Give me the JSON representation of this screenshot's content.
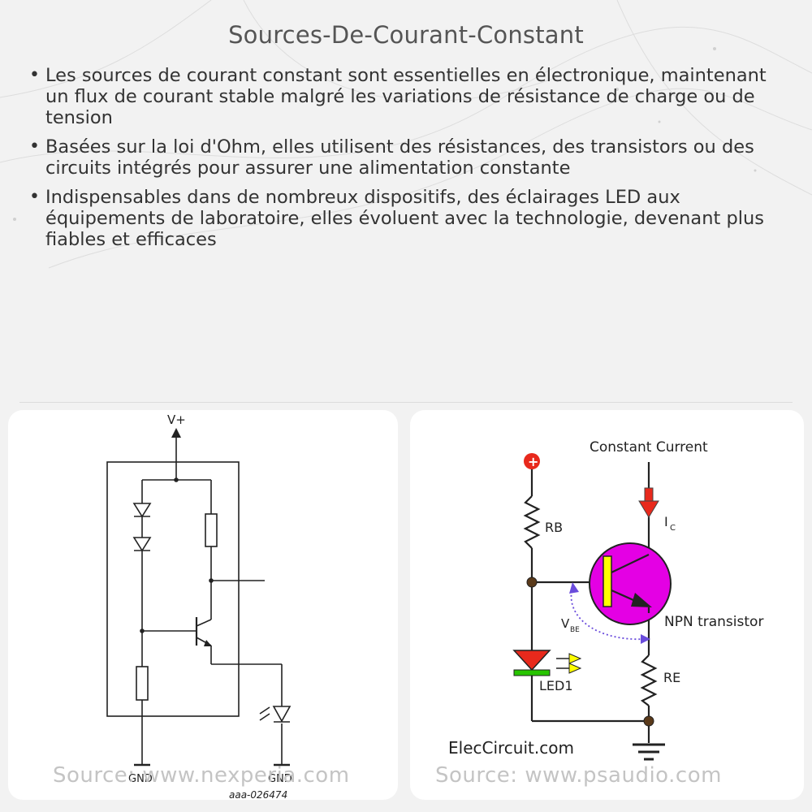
{
  "title": "Sources-De-Courant-Constant",
  "bullets": [
    "Les sources de courant constant sont essentielles en électronique, maintenant un flux de courant stable malgré les variations de résistance de charge ou de tension",
    "Basées sur la loi d'Ohm, elles utilisent des résistances, des transistors ou des circuits intégrés pour assurer une alimentation constante",
    "Indispensables dans de nombreux dispositifs, des éclairages LED aux équipements de laboratoire, elles évoluent avec la technologie, devenant plus fiables et efficaces"
  ],
  "left_diagram": {
    "supply_label": "V+",
    "gnd_left": "GND",
    "gnd_right": "GND",
    "figure_id": "aaa-026474",
    "source": "Source: www.nexperia.com"
  },
  "right_diagram": {
    "constant_current": "Constant Current",
    "ic_label": "I",
    "ic_sub": "C",
    "rb_label": "RB",
    "re_label": "RE",
    "vbe_label": "V",
    "vbe_sub": "BE",
    "npn_label": "NPN transistor",
    "led_label": "LED1",
    "plus_symbol": "+",
    "brand": "ElecCircuit.com",
    "source": "Source: www.psaudio.com"
  },
  "colors": {
    "led_red": "#e8291c",
    "led_green": "#27c400",
    "arrow_red": "#e8291c",
    "transistor_magenta": "#e400e4",
    "base_bar_yellow": "#ffff00",
    "dot_dark": "#5a3a1a",
    "vbe_arrow": "#6a4cdc"
  }
}
